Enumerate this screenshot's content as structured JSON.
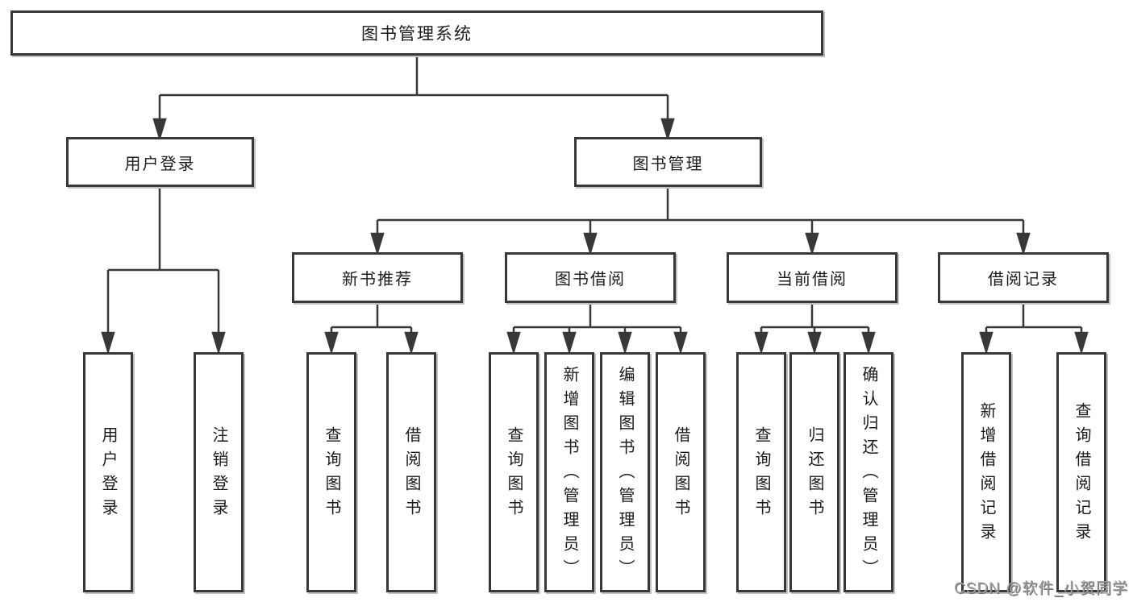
{
  "diagram_type": "tree",
  "nodes": {
    "root": "图书管理系统",
    "user_login": "用户登录",
    "book_management": "图书管理",
    "leaf_user_login": "用户登录",
    "leaf_logout": "注销登录",
    "new_book_recommend": "新书推荐",
    "book_borrow": "图书借阅",
    "current_borrow": "当前借阅",
    "borrow_records": "借阅记录",
    "nb_query_book": "查询图书",
    "nb_borrow_book": "借阅图书",
    "bb_query_book": "查询图书",
    "bb_add_book": "新增图书（管理员）",
    "bb_edit_book": "编辑图书（管理员）",
    "bb_borrow_book": "借阅图书",
    "cb_query_book": "查询图书",
    "cb_return_book": "归还图书",
    "cb_confirm_return": "确认归还（管理员）",
    "br_add_record": "新增借阅记录",
    "br_query_record": "查询借阅记录"
  },
  "edges": [
    {
      "from": "图书管理系统",
      "to": "用户登录"
    },
    {
      "from": "图书管理系统",
      "to": "图书管理"
    },
    {
      "from": "用户登录",
      "to": "用户登录"
    },
    {
      "from": "用户登录",
      "to": "注销登录"
    },
    {
      "from": "图书管理",
      "to": "新书推荐"
    },
    {
      "from": "图书管理",
      "to": "图书借阅"
    },
    {
      "from": "图书管理",
      "to": "当前借阅"
    },
    {
      "from": "图书管理",
      "to": "借阅记录"
    },
    {
      "from": "新书推荐",
      "to": "查询图书"
    },
    {
      "from": "新书推荐",
      "to": "借阅图书"
    },
    {
      "from": "图书借阅",
      "to": "查询图书"
    },
    {
      "from": "图书借阅",
      "to": "新增图书（管理员）"
    },
    {
      "from": "图书借阅",
      "to": "编辑图书（管理员）"
    },
    {
      "from": "图书借阅",
      "to": "借阅图书"
    },
    {
      "from": "当前借阅",
      "to": "查询图书"
    },
    {
      "from": "当前借阅",
      "to": "归还图书"
    },
    {
      "from": "当前借阅",
      "to": "确认归还（管理员）"
    },
    {
      "from": "借阅记录",
      "to": "新增借阅记录"
    },
    {
      "from": "借阅记录",
      "to": "查询借阅记录"
    }
  ],
  "colors": {
    "line": "#383838",
    "box_border": "#383838",
    "box_fill": "#ffffff",
    "text": "#1b1b1b",
    "watermark": "#a2a2a2",
    "background": "#ffffff"
  },
  "watermark": {
    "text": "CSDN @软件_小贺同学"
  }
}
